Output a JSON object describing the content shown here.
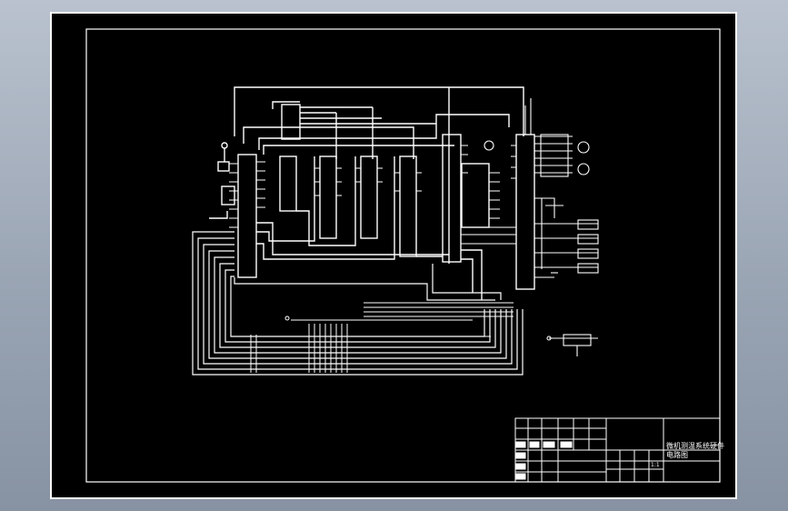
{
  "drawing": {
    "background": "#000000",
    "line_color": "#ffffff",
    "viewer_background": "#9aa5b4"
  },
  "title_block": {
    "title_line1": "微机测温系统硬件",
    "title_line2": "电路图",
    "scale": "1:1"
  }
}
